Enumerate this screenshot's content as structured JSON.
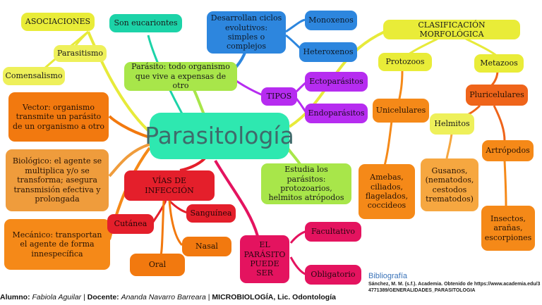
{
  "center": "Parasitología",
  "nodes": {
    "asociaciones": "ASOCIACIONES",
    "parasitismo": "Parasitismo",
    "comensalismo": "Comensalismo",
    "eucariontes": "Son eucariontes",
    "parasito_def": "Parásito: todo organismo que vive a expensas de otro",
    "ciclos": "Desarrollan ciclos evolutivos: simples o complejos",
    "monoxenos": "Monoxenos",
    "heteroxenos": "Heteroxenos",
    "tipos": "TIPOS",
    "ectoparasitos": "Ectoparásitos",
    "endoparasitos": "Endoparásitos",
    "clasificacion": "CLASIFICACIÓN MORFOLÓGICA",
    "protozoos": "Protozoos",
    "metazoos": "Metazoos",
    "unicelulares": "Unicelulares",
    "pluricelulares": "Pluricelulares",
    "helmitos": "Helmitos",
    "artropodos": "Artrópodos",
    "amebas": "Amebas, ciliados, flagelados, coccideos",
    "gusanos": "Gusanos, (nematodos, cestodos trematodos)",
    "insectos": "Insectos, arañas, escorpiones",
    "estudia": "Estudia los parásitos: protozoarios, helmitos atrópodos",
    "vector": "Vector: organismo transmite un parásito de un organismo a otro",
    "biologico": "Biológico: el agente se multiplica y/o se transforma; asegura transmisión efectiva y prolongada",
    "mecanico": "Mecánico: transportan el agente de forma innespecífica",
    "vias": "VÍAS DE INFECCIÓN",
    "sanguinea": "Sanguínea",
    "cutanea": "Cutánea",
    "nasal": "Nasal",
    "oral": "Oral",
    "puede_ser": "EL PARÁSITO PUEDE SER",
    "facultativo": "Facultativo",
    "obligatorio": "Obligatorio"
  },
  "footer": {
    "alumno_label": "Alumno:",
    "alumno": "Fabiola Aguilar",
    "sep": "|",
    "docente_label": "Docente:",
    "docente": "Ananda Navarro Barreara",
    "course": "MICROBIOLOGÍA, Lic. Odontología"
  },
  "bibliography": {
    "title": "Bibliografía",
    "ref": "Sánchez, M. M. (s.f.). Academia. Obtenido de https://www.academia.edu/34771389/GENERALIDADES_PARASITOLOGIA"
  },
  "colors": {
    "center": "#2ee8b0",
    "yellow": "#e9ec38",
    "green": "#a8e64a",
    "blue": "#2d86de",
    "purple": "#b62cf0",
    "red": "#e41f2b",
    "orange": "#f2790f"
  }
}
